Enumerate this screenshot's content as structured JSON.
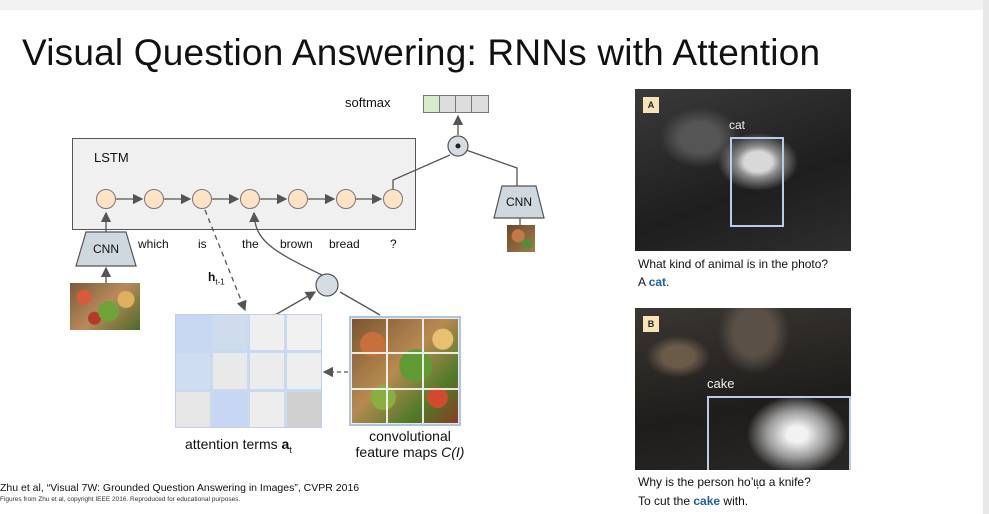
{
  "slide": {
    "title": "Visual Question Answering: RNNs with Attention"
  },
  "diagram": {
    "softmax_label": "softmax",
    "lstm_label": "LSTM",
    "cnn_left_label": "CNN",
    "cnn_right_label": "CNN",
    "words": [
      "which",
      "is",
      "the",
      "brown",
      "bread",
      "?"
    ],
    "hidden_label": "h",
    "hidden_subscript": "t-1",
    "attention_caption": "attention terms ",
    "attention_symbol": "a",
    "attention_subscript": "t",
    "feature_caption_line1": "convolutional",
    "feature_caption_line2": "feature maps ",
    "feature_symbol": "C(I)",
    "attention_cells": [
      "#c8d8f3",
      "#cfdcee",
      "#efefef",
      "#f0f0f0",
      "#cfddf2",
      "#e9e9e9",
      "#ececec",
      "#eeeeee",
      "#e6e6e6",
      "#c7d6f2",
      "#ededed",
      "#d0d0d0"
    ]
  },
  "citation": {
    "line1": "Zhu et al, “Visual 7W: Grounded Question Answering in Images”, CVPR 2016",
    "line2": "Figures from Zhu et al, copyright IEEE 2016. Reproduced for educational purposes."
  },
  "examples": [
    {
      "badge": "A",
      "object_label": "cat",
      "question": "What kind of animal is in the photo?",
      "answer_prefix": "A ",
      "answer_highlight": "cat",
      "answer_suffix": "."
    },
    {
      "badge": "B",
      "object_label": "cake",
      "question": "Why is the person ho’ɩɩ᷊ɑ a knife?",
      "answer_prefix": "To cut the ",
      "answer_highlight": "cake",
      "answer_suffix": " with."
    }
  ]
}
